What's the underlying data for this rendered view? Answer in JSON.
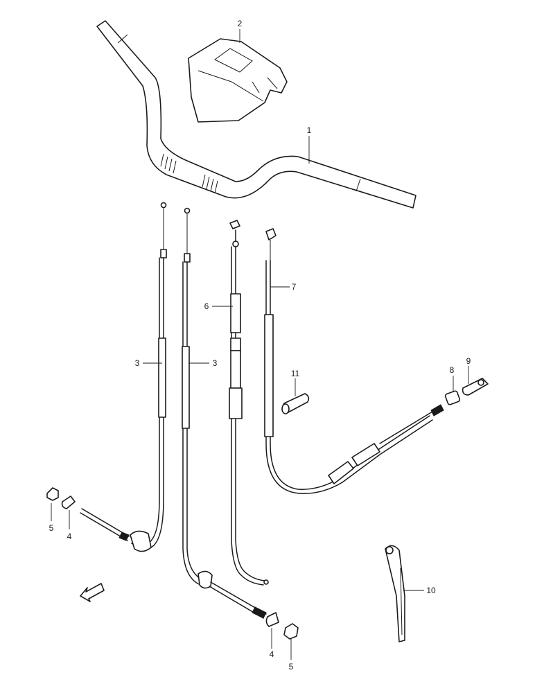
{
  "callouts": [
    {
      "id": "c1",
      "label": "1"
    },
    {
      "id": "c2",
      "label": "2"
    },
    {
      "id": "c3a",
      "label": "3"
    },
    {
      "id": "c3b",
      "label": "3"
    },
    {
      "id": "c4a",
      "label": "4"
    },
    {
      "id": "c4b",
      "label": "4"
    },
    {
      "id": "c5a",
      "label": "5"
    },
    {
      "id": "c5b",
      "label": "5"
    },
    {
      "id": "c6",
      "label": "6"
    },
    {
      "id": "c7",
      "label": "7"
    },
    {
      "id": "c8",
      "label": "8"
    },
    {
      "id": "c9",
      "label": "9"
    },
    {
      "id": "c10",
      "label": "10"
    },
    {
      "id": "c11",
      "label": "11"
    }
  ]
}
